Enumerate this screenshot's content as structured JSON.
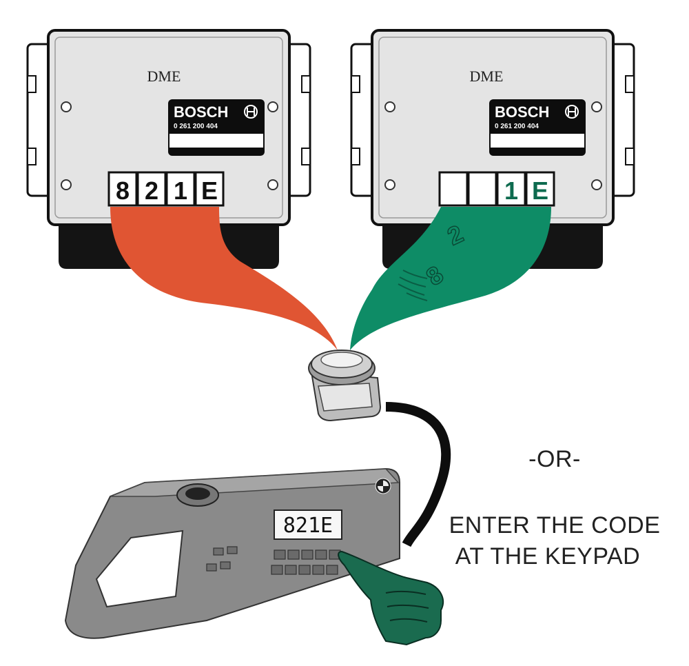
{
  "left_module": {
    "label": "DME",
    "brand": "BOSCH",
    "part_number": "0 261 200 404",
    "code_digits": [
      "8",
      "2",
      "1",
      "E"
    ]
  },
  "right_module": {
    "label": "DME",
    "brand": "BOSCH",
    "part_number": "0 261 200 404",
    "code_digits": [
      "",
      "",
      "1",
      "E"
    ],
    "flying_digits": [
      "2",
      "8"
    ]
  },
  "tester": {
    "display_code": "821E"
  },
  "instructions": {
    "or": "-OR-",
    "line1": "ENTER THE CODE",
    "line2": "AT THE KEYPAD"
  },
  "colors": {
    "left_stream": "#e05533",
    "right_stream": "#0e8c66",
    "module_body": "#e4e4e4",
    "tester_body": "#8a8a8a"
  }
}
